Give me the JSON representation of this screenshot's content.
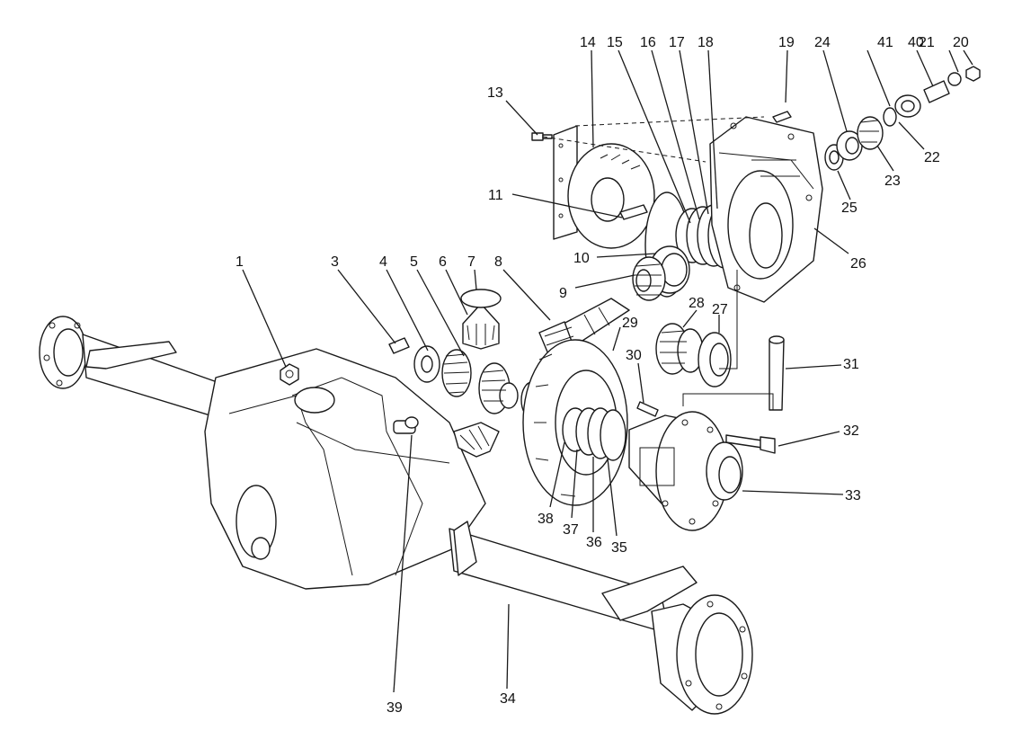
{
  "diagram": {
    "callouts": [
      {
        "id": "c1",
        "label": "1"
      },
      {
        "id": "c3",
        "label": "3"
      },
      {
        "id": "c4",
        "label": "4"
      },
      {
        "id": "c5",
        "label": "5"
      },
      {
        "id": "c6",
        "label": "6"
      },
      {
        "id": "c7",
        "label": "7"
      },
      {
        "id": "c8",
        "label": "8"
      },
      {
        "id": "c9",
        "label": "9"
      },
      {
        "id": "c10",
        "label": "10"
      },
      {
        "id": "c11",
        "label": "11"
      },
      {
        "id": "c13",
        "label": "13"
      },
      {
        "id": "c14",
        "label": "14"
      },
      {
        "id": "c15",
        "label": "15"
      },
      {
        "id": "c16",
        "label": "16"
      },
      {
        "id": "c17",
        "label": "17"
      },
      {
        "id": "c18",
        "label": "18"
      },
      {
        "id": "c19",
        "label": "19"
      },
      {
        "id": "c20",
        "label": "20"
      },
      {
        "id": "c21",
        "label": "21"
      },
      {
        "id": "c22",
        "label": "22"
      },
      {
        "id": "c23",
        "label": "23"
      },
      {
        "id": "c24",
        "label": "24"
      },
      {
        "id": "c25",
        "label": "25"
      },
      {
        "id": "c26",
        "label": "26"
      },
      {
        "id": "c27",
        "label": "27"
      },
      {
        "id": "c28",
        "label": "28"
      },
      {
        "id": "c29",
        "label": "29"
      },
      {
        "id": "c30",
        "label": "30"
      },
      {
        "id": "c31",
        "label": "31"
      },
      {
        "id": "c32",
        "label": "32"
      },
      {
        "id": "c33",
        "label": "33"
      },
      {
        "id": "c34",
        "label": "34"
      },
      {
        "id": "c35",
        "label": "35"
      },
      {
        "id": "c36",
        "label": "36"
      },
      {
        "id": "c37",
        "label": "37"
      },
      {
        "id": "c38",
        "label": "38"
      },
      {
        "id": "c39",
        "label": "39"
      },
      {
        "id": "c40",
        "label": "40"
      },
      {
        "id": "c41",
        "label": "41"
      }
    ]
  }
}
